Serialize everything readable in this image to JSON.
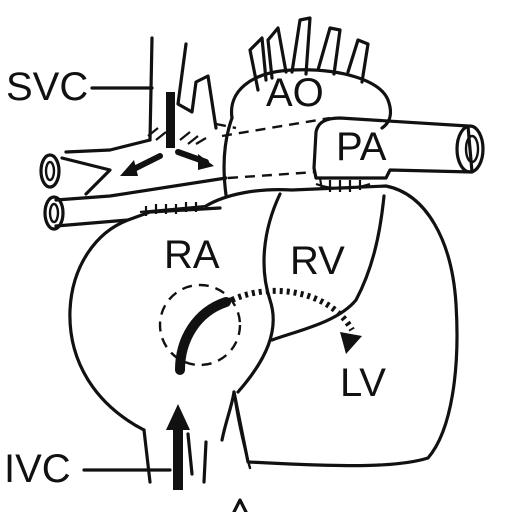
{
  "labels": {
    "svc": "SVC",
    "ao": "AO",
    "pa": "PA",
    "ra": "RA",
    "rv": "RV",
    "lv": "LV",
    "ivc": "IVC"
  },
  "colors": {
    "ink": "#111111",
    "background": "#ffffff"
  }
}
